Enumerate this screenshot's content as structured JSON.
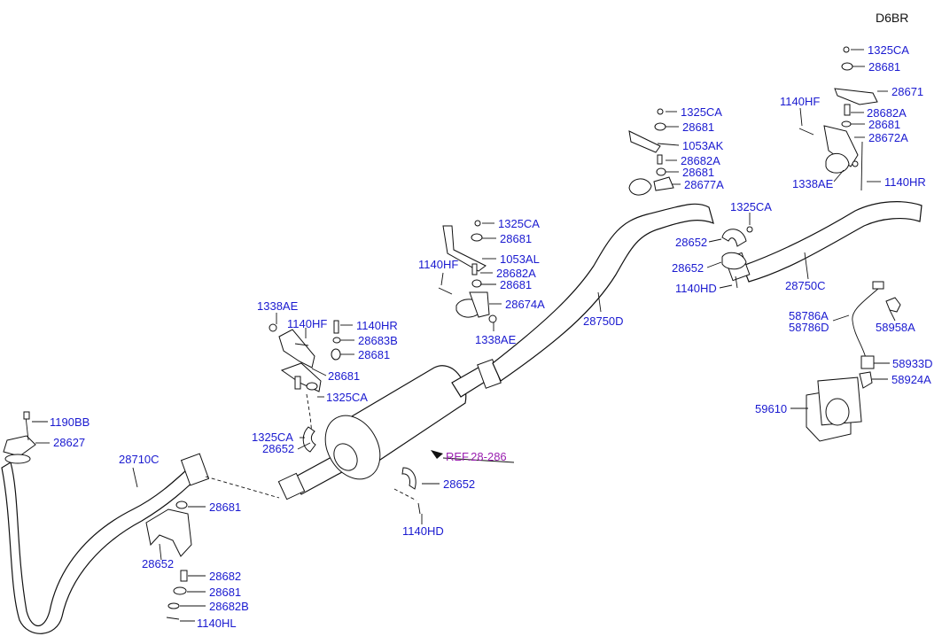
{
  "diagram_code": "D6BR",
  "reference_link": "REF.28-286",
  "colors": {
    "label": "#1a1ad0",
    "reference": "#9a1fb0",
    "line": "#111111"
  },
  "labels": {
    "p1190BB": "1190BB",
    "p28627": "28627",
    "p28710C": "28710C",
    "p28681_a": "28681",
    "p28652_a": "28652",
    "p28682": "28682",
    "p28681_b": "28681",
    "p28682B": "28682B",
    "p1140HL": "1140HL",
    "p1338AE_a": "1338AE",
    "p1140HF_a": "1140HF",
    "p1140HR_a": "1140HR",
    "p28683B": "28683B",
    "p28681_c": "28681",
    "p28681_d": "28681",
    "p1325CA_a": "1325CA",
    "p1325CA_b": "1325CA",
    "p28652_b": "28652",
    "p28652_c": "28652",
    "p1140HD_a": "1140HD",
    "p1325CA_c": "1325CA",
    "p28681_e": "28681",
    "p1053AL": "1053AL",
    "p1140HF_b": "1140HF",
    "p28682A_a": "28682A",
    "p28681_f": "28681",
    "p28674A": "28674A",
    "p1338AE_b": "1338AE",
    "p28750D": "28750D",
    "p1325CA_d": "1325CA",
    "p28681_g": "28681",
    "p1053AK": "1053AK",
    "p28682A_b": "28682A",
    "p28681_h": "28681",
    "p28677A": "28677A",
    "p1325CA_e": "1325CA",
    "p28652_d": "28652",
    "p28652_e": "28652",
    "p1140HD_b": "1140HD",
    "p28750C": "28750C",
    "p1325CA_f": "1325CA",
    "p28681_i": "28681",
    "p28671": "28671",
    "p1140HF_c": "1140HF",
    "p28682A_c": "28682A",
    "p28681_j": "28681",
    "p28672A": "28672A",
    "p1338AE_c": "1338AE",
    "p1140HR_b": "1140HR",
    "p58786A": "58786A",
    "p58786D": "58786D",
    "p58958A": "58958A",
    "p58933D": "58933D",
    "p58924A": "58924A",
    "p59610": "59610"
  }
}
